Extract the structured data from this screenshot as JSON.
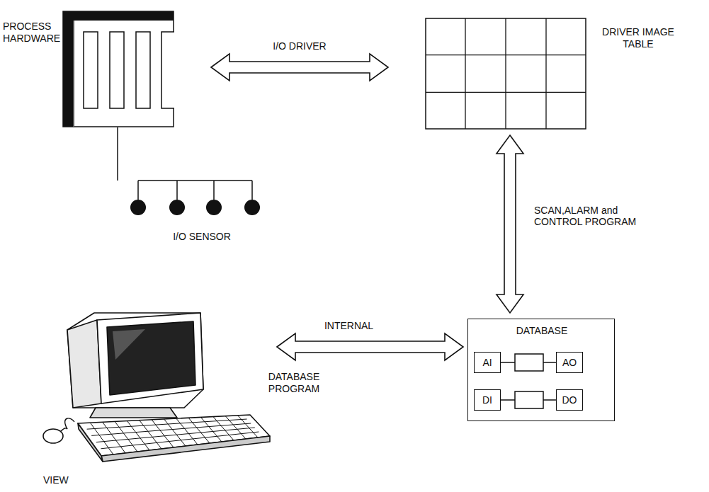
{
  "diagram": {
    "nodes": [
      {
        "text": [
          "PROCESS HARDWARE"
        ]
      },
      {
        "text": [
          "DRIVER IMAGE TABLE"
        ]
      },
      {
        "text": [
          "VIEW"
        ]
      },
      {
        "text": [
          "DATABASE"
        ]
      },
      {
        "text": [
          "AI"
        ],
        "in": 3
      },
      {
        "text": [
          "AO"
        ],
        "in": 3
      },
      {
        "text": [
          "DI"
        ],
        "in": 3
      },
      {
        "text": [
          "DO"
        ],
        "in": 3
      }
    ],
    "edges": [
      {
        "from": 0,
        "to": 1,
        "arrow": "both",
        "label": "I/O DRIVER"
      },
      {
        "from": 1,
        "to": 3,
        "arrow": "both",
        "label": "SCAN,ALARM and CONTROL PROGRAM"
      },
      {
        "from": 2,
        "to": 3,
        "arrow": "both",
        "label": "INTERNAL"
      }
    ],
    "labels": [
      "I/O SENSOR",
      "DATABASE PROGRAM"
    ]
  }
}
